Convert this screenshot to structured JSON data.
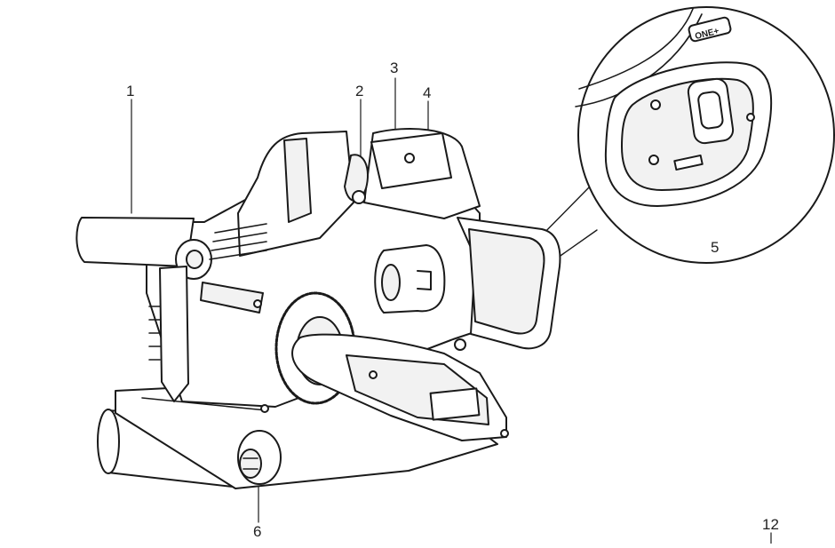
{
  "callouts": [
    "1",
    "2",
    "3",
    "4",
    "5",
    "6"
  ],
  "badge_text": "ONE+",
  "page_number": "12",
  "colors": {
    "line": "#1a1a1a",
    "fill": "#ffffff",
    "shade": "#f2f2f2"
  }
}
